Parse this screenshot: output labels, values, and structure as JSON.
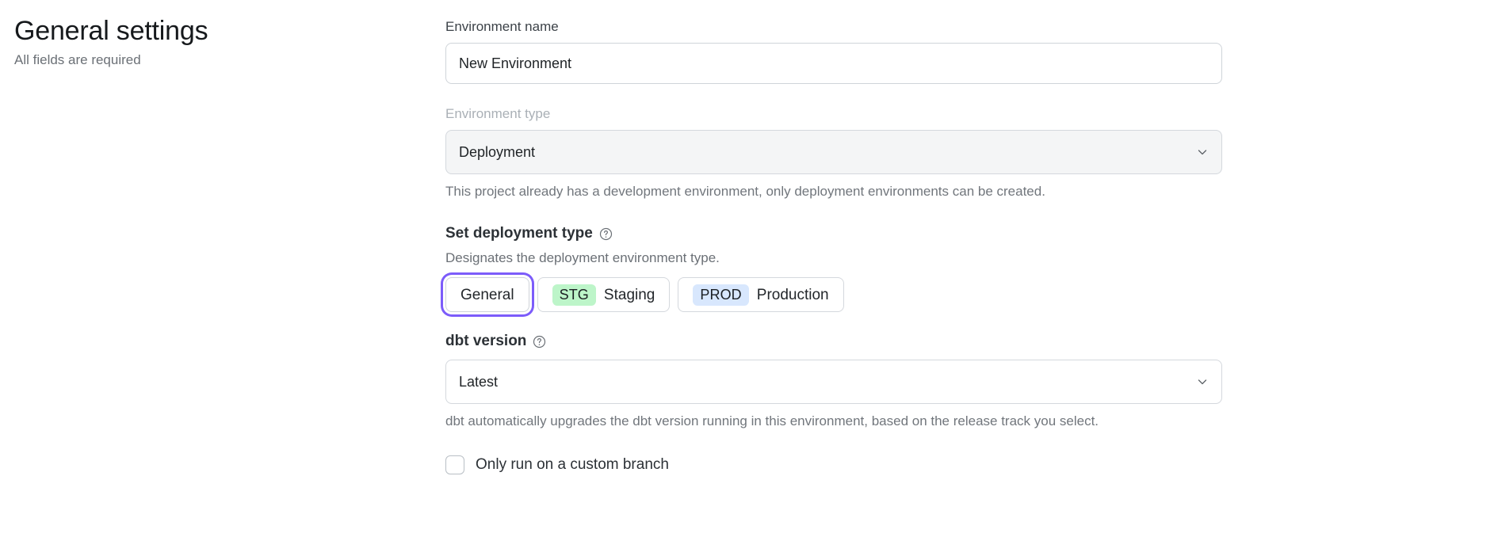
{
  "header": {
    "title": "General settings",
    "subtitle": "All fields are required"
  },
  "form": {
    "environment_name": {
      "label": "Environment name",
      "value": "New Environment",
      "placeholder": "Environment name"
    },
    "environment_type": {
      "label": "Environment type",
      "value": "Deployment",
      "disabled_note": "This project already has a development environment, only deployment environments can be created.",
      "chevron_icon": "chevron-down-icon"
    },
    "deployment_type": {
      "heading": "Set deployment type",
      "help_icon": "question-circle-icon",
      "description": "Designates the deployment environment type.",
      "options": [
        {
          "label": "General",
          "badge": "",
          "badge_kind": "",
          "selected": true
        },
        {
          "label": "Staging",
          "badge": "STG",
          "badge_kind": "stg",
          "selected": false
        },
        {
          "label": "Production",
          "badge": "PROD",
          "badge_kind": "prod",
          "selected": false
        }
      ]
    },
    "dbt_version": {
      "label": "dbt version",
      "help_icon": "question-circle-icon",
      "value": "Latest",
      "note": "dbt automatically upgrades the dbt version running in this environment, based on the release track you select.",
      "chevron_icon": "chevron-down-icon"
    },
    "custom_branch": {
      "label": "Only run on a custom branch",
      "checked": false
    }
  },
  "colors": {
    "focus_ring": "#7c5cfa",
    "badge_stg_bg": "#bdf5c9",
    "badge_prod_bg": "#d8e7fd",
    "muted_text": "#6b7076",
    "border": "#d4d8dd"
  }
}
